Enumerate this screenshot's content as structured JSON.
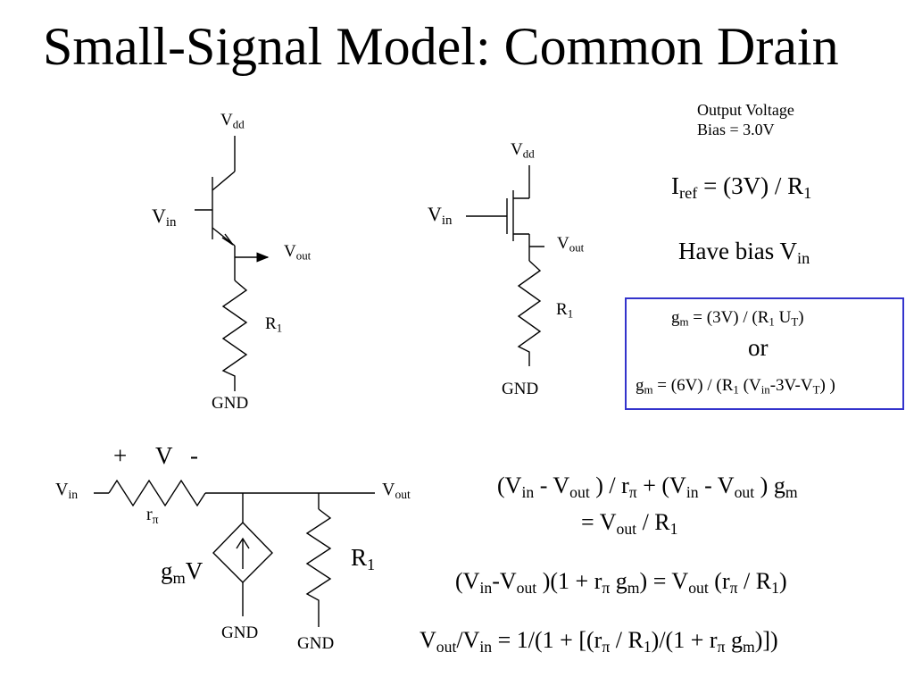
{
  "title": "Small-Signal Model: Common Drain",
  "bjt_circuit": {
    "vdd": [
      "V",
      "dd"
    ],
    "vin": [
      "V",
      "in"
    ],
    "vout": [
      "V",
      "out"
    ],
    "r1": [
      "R",
      "1"
    ],
    "gnd": "GND"
  },
  "mos_circuit": {
    "vdd": [
      "V",
      "dd"
    ],
    "vin": [
      "V",
      "in"
    ],
    "vout": [
      "V",
      "out"
    ],
    "r1": [
      "R",
      "1"
    ],
    "gnd": "GND"
  },
  "notes": {
    "line1": "Output Voltage",
    "line2": "Bias = 3.0V",
    "iref": [
      "I",
      "ref",
      " = (3V) / R",
      "1"
    ],
    "have_bias": [
      "Have bias V",
      "in"
    ]
  },
  "bias_box": {
    "gm1": [
      "g",
      "m",
      " = (3V) / (R",
      "1",
      " U",
      "T",
      ")"
    ],
    "or": "or",
    "gm2": [
      "g",
      "m",
      " = (6V) / (R",
      "1",
      " (V",
      "in",
      "-3V-V",
      "T",
      ") )"
    ]
  },
  "small_signal": {
    "plus": "+",
    "v": "V",
    "minus": "-",
    "vin": [
      "V",
      "in"
    ],
    "vout": [
      "V",
      "out"
    ],
    "rpi": [
      "r",
      "π"
    ],
    "gmv": [
      "g",
      "m",
      "V"
    ],
    "r1": [
      "R",
      "1"
    ],
    "gnd1": "GND",
    "gnd2": "GND"
  },
  "equations": {
    "eq1a": [
      "(V",
      "in",
      " - V",
      "out",
      " ) / r",
      "π",
      " + (V",
      "in",
      " - V",
      "out",
      " ) g",
      "m"
    ],
    "eq1b": [
      "= V",
      "out",
      " / R",
      "1"
    ],
    "eq2": [
      "(V",
      "in",
      "-V",
      "out",
      " )(1 + r",
      "π",
      " g",
      "m",
      ") = V",
      "out",
      " (r",
      "π",
      " / R",
      "1",
      ")"
    ],
    "eq3": [
      "V",
      "out",
      "/V",
      "in",
      " = 1/(1 + [(r",
      "π",
      " / R",
      "1",
      ")/(1 + r",
      "π",
      " g",
      "m",
      ")])"
    ]
  }
}
